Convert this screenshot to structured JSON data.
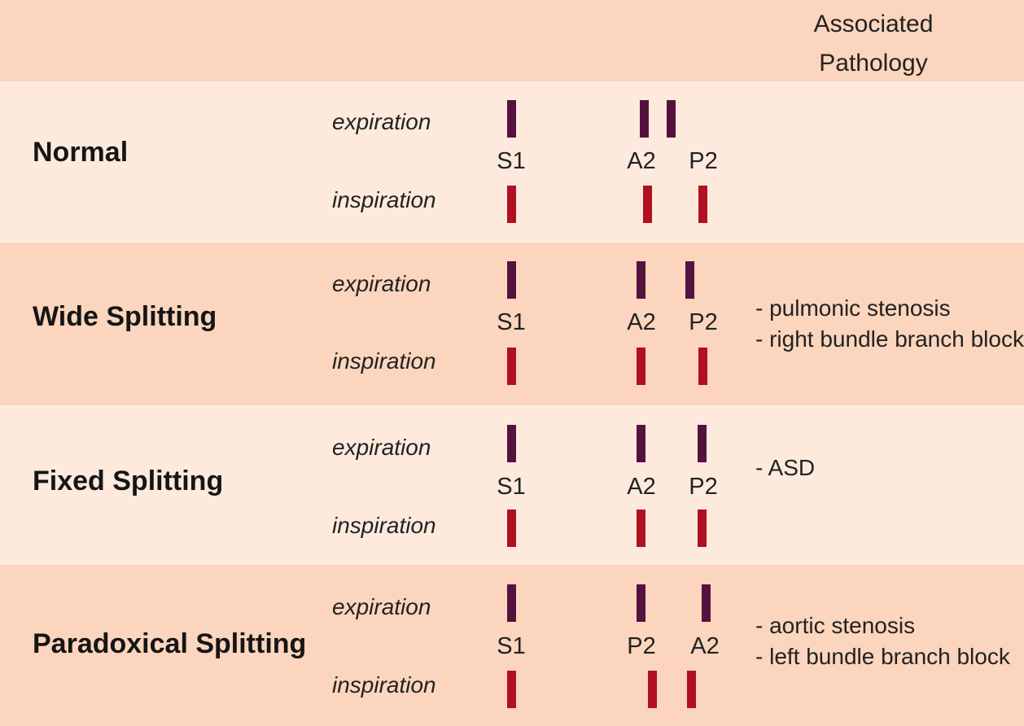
{
  "header": {
    "title_line1": "Associated",
    "title_line2": "Pathology"
  },
  "colors": {
    "light_row": "#fdeadd",
    "dark_row": "#fbd5bd",
    "expiration_bar": "#55123f",
    "inspiration_bar": "#b01020"
  },
  "rows": [
    {
      "name": "Normal",
      "expiration_label": "expiration",
      "inspiration_label": "inspiration",
      "sounds": [
        "S1",
        "A2",
        "P2"
      ],
      "pathology": []
    },
    {
      "name": "Wide Splitting",
      "expiration_label": "expiration",
      "inspiration_label": "inspiration",
      "sounds": [
        "S1",
        "A2",
        "P2"
      ],
      "pathology": [
        "- pulmonic stenosis",
        "- right bundle branch block"
      ]
    },
    {
      "name": "Fixed Splitting",
      "expiration_label": "expiration",
      "inspiration_label": "inspiration",
      "sounds": [
        "S1",
        "A2",
        "P2"
      ],
      "pathology": [
        "- ASD"
      ]
    },
    {
      "name": "Paradoxical Splitting",
      "expiration_label": "expiration",
      "inspiration_label": "inspiration",
      "sounds": [
        "S1",
        "P2",
        "A2"
      ],
      "pathology": [
        "- aortic stenosis",
        "- left bundle branch block"
      ]
    }
  ]
}
